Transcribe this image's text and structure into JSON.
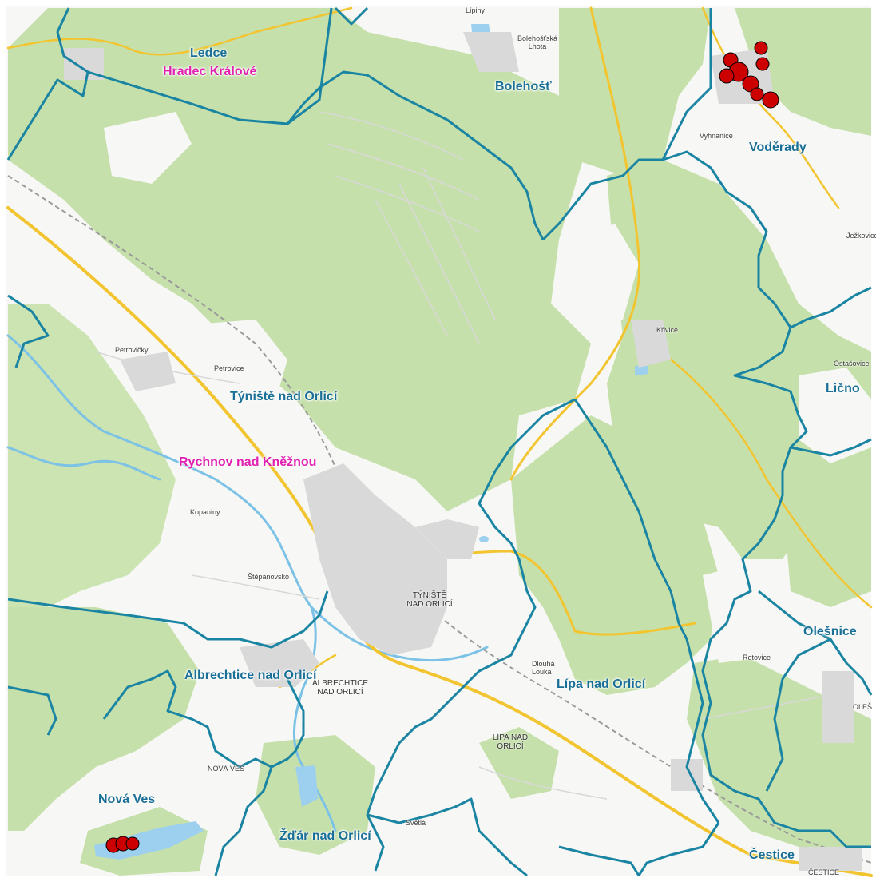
{
  "map": {
    "municipalities": [
      {
        "name": "Ledce"
      },
      {
        "name": "Bolehošť"
      },
      {
        "name": "Voděrady"
      },
      {
        "name": "Týniště nad Orlicí"
      },
      {
        "name": "Lično"
      },
      {
        "name": "Olešnice"
      },
      {
        "name": "Albrechtice nad Orlicí"
      },
      {
        "name": "Lípa nad Orlicí"
      },
      {
        "name": "Nová Ves"
      },
      {
        "name": "Žďár nad Orlicí"
      },
      {
        "name": "Čestice"
      }
    ],
    "districts": [
      {
        "name": "Hradec Králové"
      },
      {
        "name": "Rychnov nad Kněžnou"
      }
    ],
    "places": [
      {
        "name": "Bolehošťská Lhota"
      },
      {
        "name": "Lípiny"
      },
      {
        "name": "Vyhnanice"
      },
      {
        "name": "Ježkovice"
      },
      {
        "name": "Křivice"
      },
      {
        "name": "Ostašovice"
      },
      {
        "name": "Petrovičky"
      },
      {
        "name": "Petrovice"
      },
      {
        "name": "Kopaniny"
      },
      {
        "name": "Štěpánovsko"
      },
      {
        "name": "Dlouhá Louka"
      },
      {
        "name": "Řetovice"
      },
      {
        "name": "Světlá"
      },
      {
        "name": "NOVÁ VES"
      },
      {
        "name": "OLEŠ"
      },
      {
        "name": "ČESTICE"
      }
    ],
    "town_caps": [
      {
        "name": "TÝNIŠTĚ NAD ORLICÍ"
      },
      {
        "name": "ALBRECHTICE NAD ORLICÍ"
      },
      {
        "name": "LÍPA NAD ORLICÍ"
      }
    ],
    "colors": {
      "forest": "#c6e0ab",
      "background": "#ffffff",
      "boundary": "#1a84a3",
      "marker": "#cc0000",
      "road_major": "#f2c530",
      "river": "#7cc2e6"
    }
  }
}
